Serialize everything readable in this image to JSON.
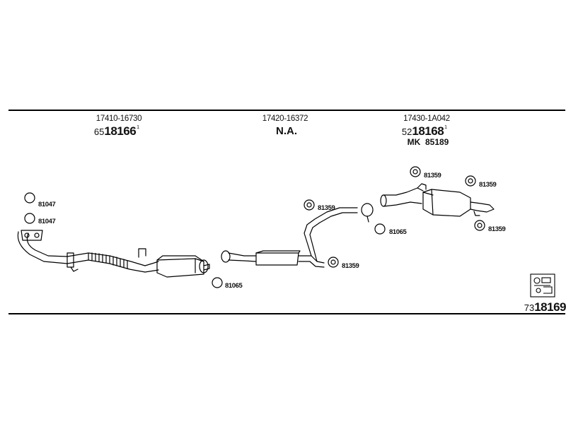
{
  "groups": [
    {
      "oe": "17410-16730",
      "prefix": "65",
      "number": "18166",
      "sup": "1"
    },
    {
      "oe": "17420-16372",
      "na": "N.A."
    },
    {
      "oe": "17430-1A042",
      "prefix": "52",
      "number": "18168",
      "sup": "1",
      "mk_label": "MK",
      "mk_number": "85189"
    }
  ],
  "parts": [
    {
      "id": "clamp-a",
      "label": "81047",
      "icon": "ring-icon"
    },
    {
      "id": "clamp-b",
      "label": "81047",
      "icon": "ring-icon"
    },
    {
      "id": "gasket-front",
      "label": "81065",
      "icon": "ring-icon"
    },
    {
      "id": "hanger-mid-1",
      "label": "81359",
      "icon": "rubber-hanger-icon"
    },
    {
      "id": "gasket-mid",
      "label": "81065",
      "icon": "ring-icon"
    },
    {
      "id": "hanger-mid-2",
      "label": "81359",
      "icon": "rubber-hanger-icon"
    },
    {
      "id": "hanger-rear-1",
      "label": "81359",
      "icon": "rubber-hanger-icon"
    },
    {
      "id": "hanger-rear-2",
      "label": "81359",
      "icon": "rubber-hanger-icon"
    },
    {
      "id": "hanger-rear-3",
      "label": "81359",
      "icon": "rubber-hanger-icon"
    }
  ],
  "kit": {
    "prefix": "73",
    "number": "18169",
    "icon": "mounting-kit-icon"
  },
  "colors": {
    "line": "#000000",
    "background": "#ffffff"
  }
}
